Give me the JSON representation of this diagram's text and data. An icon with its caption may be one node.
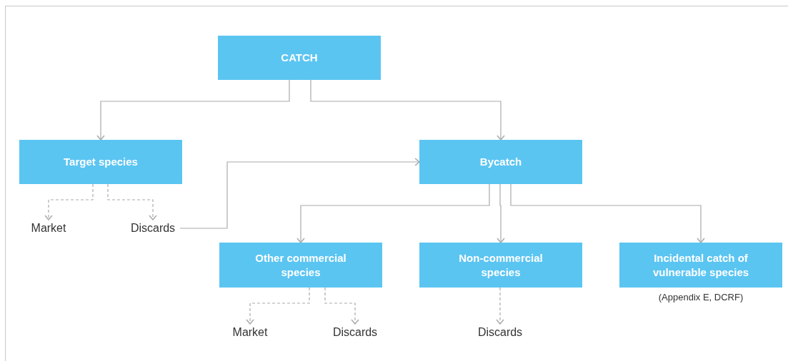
{
  "diagram": {
    "nodes": [
      {
        "text": [
          "CATCH"
        ]
      },
      {
        "text": [
          "Target species"
        ]
      },
      {
        "text": [
          "Bycatch"
        ]
      },
      {
        "text": [
          "Market"
        ]
      },
      {
        "text": [
          "Discards"
        ]
      },
      {
        "text": [
          "Other commercial species"
        ]
      },
      {
        "text": [
          "Non-commercial species"
        ]
      },
      {
        "text": [
          "Incidental catch of vulnerable species"
        ],
        "beside": [
          "(Appendix E, DCRF)"
        ]
      },
      {
        "text": [
          "Market"
        ]
      },
      {
        "text": [
          "Discards"
        ]
      },
      {
        "text": [
          "Discards"
        ]
      }
    ],
    "edges": [
      {
        "from": 0,
        "to": 1,
        "arrow": "to"
      },
      {
        "from": 0,
        "to": 2,
        "arrow": "to"
      },
      {
        "from": 1,
        "to": 3,
        "arrow": "to",
        "style": "dashed"
      },
      {
        "from": 1,
        "to": 4,
        "arrow": "to",
        "style": "dashed"
      },
      {
        "from": 4,
        "to": 2,
        "arrow": "to"
      },
      {
        "from": 2,
        "to": 5,
        "arrow": "to"
      },
      {
        "from": 2,
        "to": 6,
        "arrow": "to"
      },
      {
        "from": 2,
        "to": 7,
        "arrow": "to"
      },
      {
        "from": 5,
        "to": 8,
        "arrow": "to",
        "style": "dashed"
      },
      {
        "from": 5,
        "to": 9,
        "arrow": "to",
        "style": "dashed"
      },
      {
        "from": 6,
        "to": 10,
        "arrow": "to",
        "style": "dashed"
      }
    ]
  }
}
